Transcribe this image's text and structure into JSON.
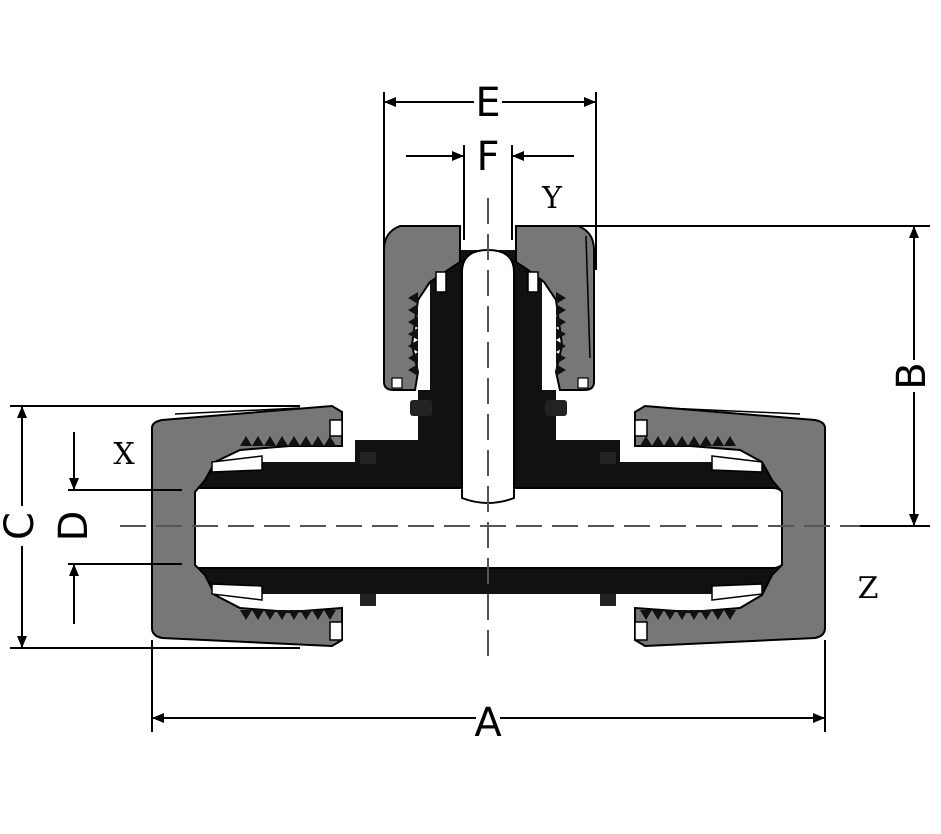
{
  "dimensions": {
    "a": "A",
    "b": "B",
    "c": "C",
    "d": "D",
    "e": "E",
    "f": "F"
  },
  "ports": {
    "x": "X",
    "y": "Y",
    "z": "Z"
  },
  "colors": {
    "line": "#000000",
    "body": "#111111",
    "nut": "#777777",
    "bore": "#ffffff",
    "background": "#ffffff"
  }
}
